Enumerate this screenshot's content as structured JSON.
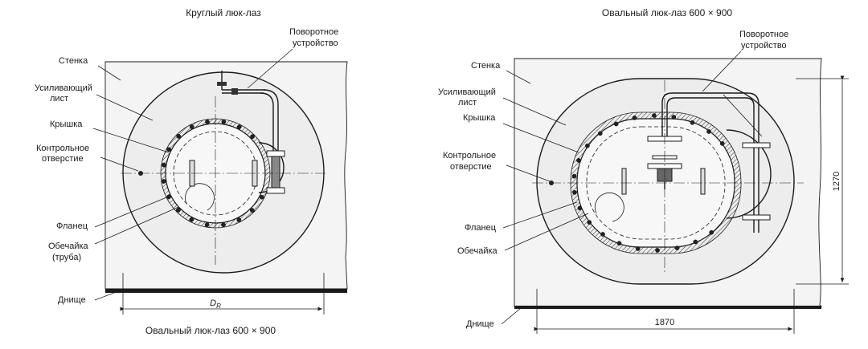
{
  "left": {
    "title": "Круглый люк-лаз",
    "caption": "Овальный люк-лаз 600 × 900",
    "dim_label": "D",
    "dim_sub": "R",
    "labels": {
      "wall": "Стенка",
      "plate_1": "Усиливающий",
      "plate_2": "лист",
      "cover": "Крышка",
      "hole_1": "Контрольное",
      "hole_2": "отверстие",
      "flange": "Фланец",
      "shell_1": "Обечайка",
      "shell_2": "(труба)",
      "bottom": "Днище",
      "rotary_1": "Поворотное",
      "rotary_2": "устройство"
    }
  },
  "right": {
    "title": "Овальный люк-лаз 600 × 900",
    "width_dim": "1870",
    "height_dim": "1270",
    "labels": {
      "wall": "Стенка",
      "plate_1": "Усиливающий",
      "plate_2": "лист",
      "cover": "Крышка",
      "hole_1": "Контрольное",
      "hole_2": "отверстие",
      "flange": "Фланец",
      "shell": "Обечайка",
      "bottom": "Днище",
      "rotary_1": "Поворотное",
      "rotary_2": "устройство"
    }
  }
}
